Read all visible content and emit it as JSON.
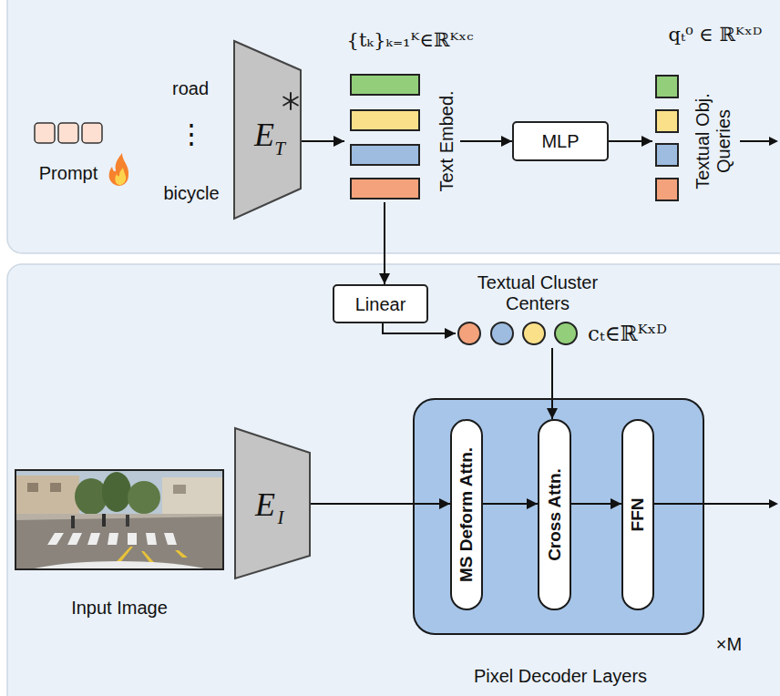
{
  "diagram": {
    "nodes": [
      {
        "text": [
          "Prompt"
        ]
      },
      {
        "text": [
          "E",
          "T"
        ]
      },
      {
        "text": [
          "{tₖ}ₖ₌₁ᴷ∈ℝᴷˣᶜ",
          "Text Embed."
        ]
      },
      {
        "text": [
          "MLP"
        ]
      },
      {
        "text": [
          "qₜ⁰ ∈ ℝᴷˣᴰ",
          "Textual Obj. Queries"
        ]
      },
      {
        "text": [
          "Linear"
        ]
      },
      {
        "text": [
          "Textual Cluster Centers",
          "cₜ∈ℝᴷˣᴰ"
        ]
      },
      {
        "text": [
          "Input Image"
        ]
      },
      {
        "text": [
          "E",
          "I"
        ]
      },
      {
        "text": [
          "×M",
          "Pixel Decoder Layers"
        ]
      },
      {
        "text": [
          "MS Deform Attn."
        ],
        "in": 9
      },
      {
        "text": [
          "Cross Attn."
        ],
        "in": 9
      },
      {
        "text": [
          "FFN"
        ],
        "in": 9
      }
    ],
    "edges": [
      {
        "from": 1,
        "to": 2,
        "arrow": "to"
      },
      {
        "from": 2,
        "to": 3,
        "arrow": "to"
      },
      {
        "from": 3,
        "to": 4,
        "arrow": "to"
      },
      {
        "from": 2,
        "to": 5,
        "arrow": "to"
      },
      {
        "from": 5,
        "to": 6,
        "arrow": "to"
      },
      {
        "from": 6,
        "to": 11,
        "arrow": "to"
      },
      {
        "from": 8,
        "to": 10,
        "arrow": "to"
      },
      {
        "from": 10,
        "to": 11,
        "arrow": "to"
      },
      {
        "from": 11,
        "to": 12,
        "arrow": "to"
      }
    ],
    "labels": [
      "road",
      "⋮",
      "bicycle"
    ]
  }
}
